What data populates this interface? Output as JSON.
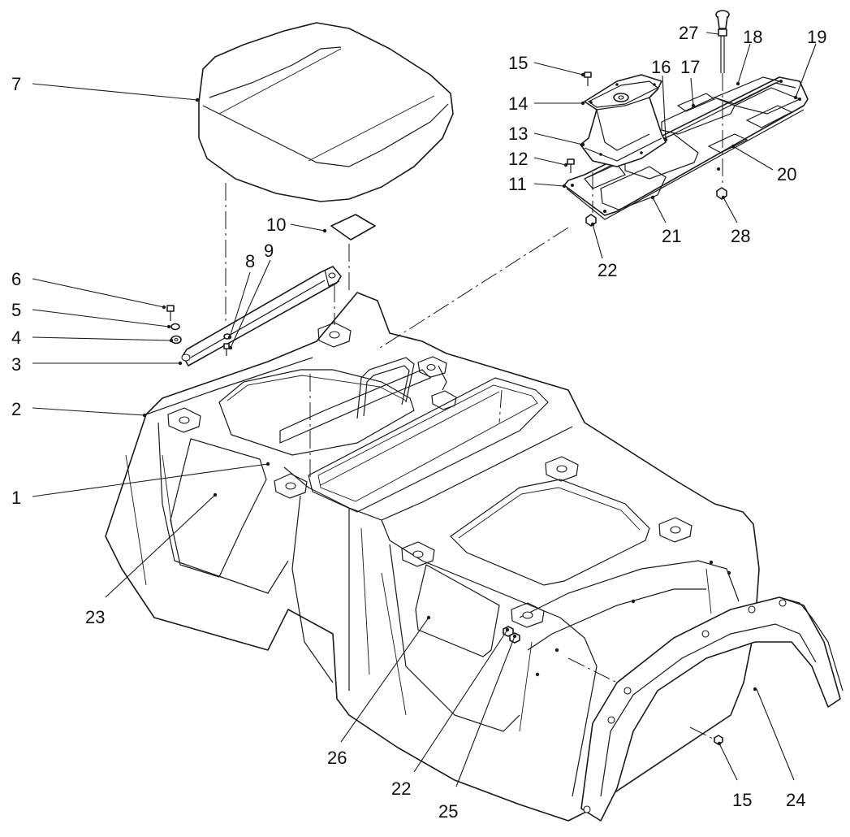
{
  "diagram": {
    "callouts": [
      {
        "id": "1",
        "label": "1"
      },
      {
        "id": "2",
        "label": "2"
      },
      {
        "id": "3",
        "label": "3"
      },
      {
        "id": "4",
        "label": "4"
      },
      {
        "id": "5",
        "label": "5"
      },
      {
        "id": "6",
        "label": "6"
      },
      {
        "id": "7",
        "label": "7"
      },
      {
        "id": "8",
        "label": "8"
      },
      {
        "id": "9",
        "label": "9"
      },
      {
        "id": "10",
        "label": "10"
      },
      {
        "id": "11",
        "label": "11"
      },
      {
        "id": "12",
        "label": "12"
      },
      {
        "id": "13",
        "label": "13"
      },
      {
        "id": "14",
        "label": "14"
      },
      {
        "id": "15a",
        "label": "15"
      },
      {
        "id": "16",
        "label": "16"
      },
      {
        "id": "17",
        "label": "17"
      },
      {
        "id": "18",
        "label": "18"
      },
      {
        "id": "19",
        "label": "19"
      },
      {
        "id": "20",
        "label": "20"
      },
      {
        "id": "21",
        "label": "21"
      },
      {
        "id": "22a",
        "label": "22"
      },
      {
        "id": "23",
        "label": "23"
      },
      {
        "id": "26",
        "label": "26"
      },
      {
        "id": "22b",
        "label": "22"
      },
      {
        "id": "25",
        "label": "25"
      },
      {
        "id": "15b",
        "label": "15"
      },
      {
        "id": "24",
        "label": "24"
      },
      {
        "id": "27",
        "label": "27"
      },
      {
        "id": "28",
        "label": "28"
      }
    ]
  }
}
